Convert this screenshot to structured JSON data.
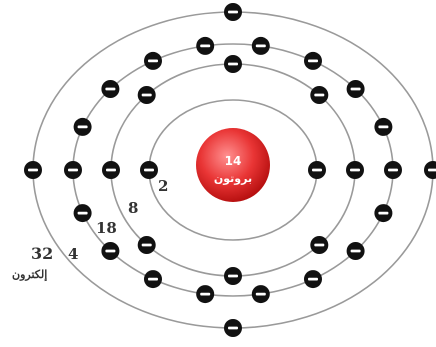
{
  "nucleus": {
    "count": "14",
    "label": "بروتون",
    "colors": {
      "core": "#ee3b3b",
      "rim": "#b30d0d",
      "highlight": "#ff8a8a"
    }
  },
  "shells": [
    {
      "number_label": "2",
      "electron_count": 2
    },
    {
      "number_label": "8",
      "electron_count": 8
    },
    {
      "number_label": "18",
      "electron_count": 18
    },
    {
      "number_label": "4",
      "electron_count": 4
    }
  ],
  "legend": {
    "total": "32",
    "unit": "إلكترون"
  },
  "icons": {
    "electron": "minus-circle-icon"
  }
}
